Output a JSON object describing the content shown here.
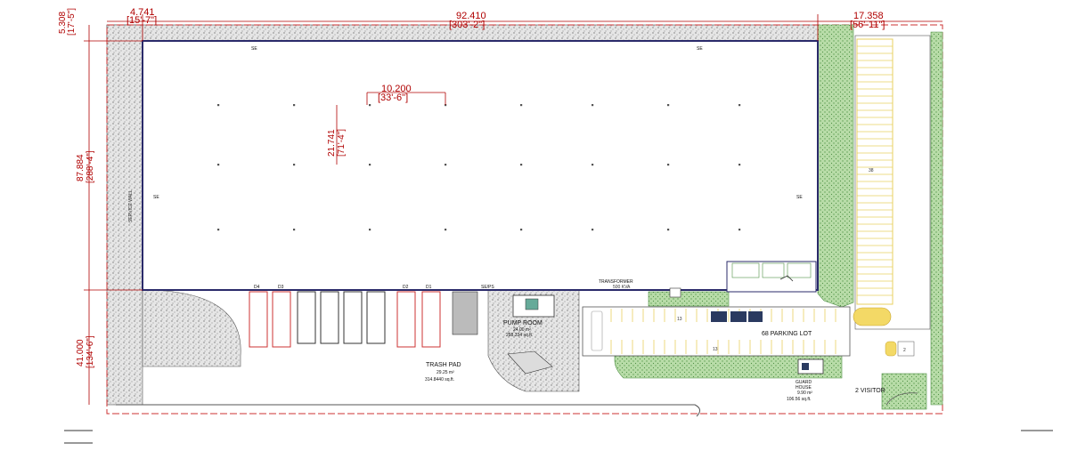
{
  "dimensions": {
    "top_left": {
      "metric": "4.741",
      "imperial": "[15'-7\"]"
    },
    "top_main": {
      "metric": "92.410",
      "imperial": "[303'-2\"]"
    },
    "top_right": {
      "metric": "17.358",
      "imperial": "[56'-11\"]"
    },
    "left_top": {
      "metric": "5.308",
      "imperial": "[17'-5\"]"
    },
    "left_mid": {
      "metric": "87.884",
      "imperial": "[288'-4\"]"
    },
    "left_bottom": {
      "metric": "41.000",
      "imperial": "[134'-6\"]"
    },
    "bay_width": {
      "metric": "10.200",
      "imperial": "[33'-6\"]"
    },
    "bay_depth": {
      "metric": "21.741",
      "imperial": "[71'-4\"]"
    }
  },
  "markers": {
    "se": "SE",
    "se_ps": "SE/PS",
    "firewall": "SERVICE WALL"
  },
  "dock_doors": [
    "D4",
    "D3",
    "D2",
    "D1"
  ],
  "rooms": {
    "pump_room": {
      "name": "PUMP ROOM",
      "area_m2": "24.00 m²",
      "area_sqft": "258.334 sq.ft."
    },
    "trash_pad": {
      "name": "TRASH PAD",
      "area_m2": "29.25 m²",
      "area_sqft": "314.8440 sq.ft."
    },
    "transformer": {
      "name": "TRANSFORMER",
      "rating": "500 KVA"
    },
    "guard_house": {
      "name_line1": "GUARD",
      "name_line2": "HOUSE",
      "area_m2": "9.90 m²",
      "area_sqft": "106.56 sq.ft."
    }
  },
  "parking": {
    "lot_label": "68 PARKING LOT",
    "row_top_count": "13",
    "row_bottom_count": "13",
    "east_strip_count": "38",
    "visitor_label": "2 VISITOR",
    "visitor_count": "2"
  },
  "colors": {
    "dimension_red": "#b00000",
    "landscape_green": "#9fcf8a",
    "dock_red": "#cc3333",
    "parking_yellow": "#e8d060",
    "building_outline": "#2a2a6a"
  }
}
